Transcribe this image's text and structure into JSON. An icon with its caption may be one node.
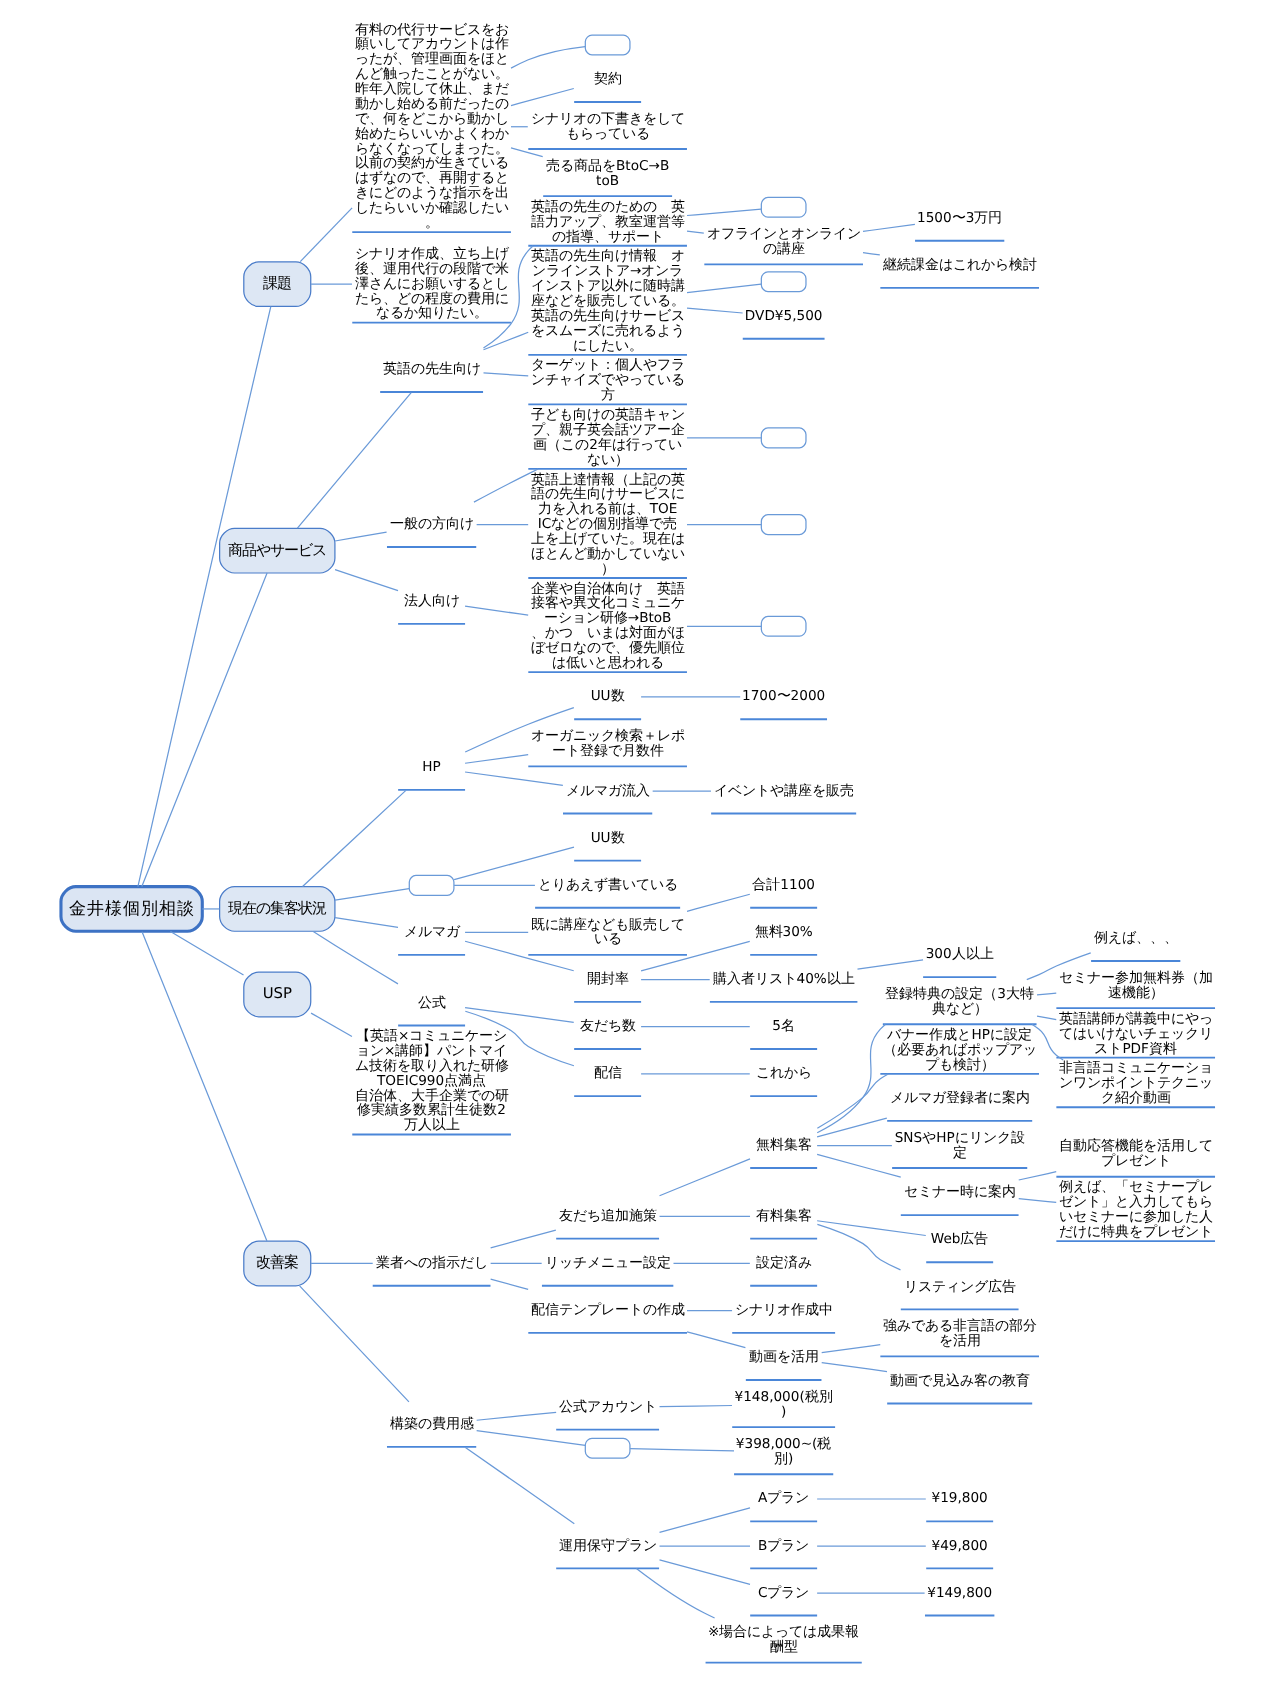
{
  "diagram": {
    "nodes": [
      {
        "text": [
          "金井様個別相談"
        ]
      },
      {
        "text": [
          "課題"
        ]
      },
      {
        "text": [
          "有料の代行サービスをお願いしてアカウントは作ったが、管理画面をほとんど触ったことがない。昨年入院して休止、まだ動かし始める前だったので、何をどこから動かし始めたらいいかよくわからなくなってしまった。以前の契約が生きているはずなので、再開するときにどのような指示を出したらいいか確認したい。"
        ]
      },
      {
        "text": [],
        "shape": "box"
      },
      {
        "text": [
          "契約"
        ]
      },
      {
        "text": [
          "シナリオの下書きをしてもらっている"
        ]
      },
      {
        "text": [
          "売る商品をBtoC→BtoB"
        ]
      },
      {
        "text": [
          "シナリオ作成、立ち上げ後、運用代行の段階で米澤さんにお願いするとしたら、どの程度の費用になるか知りたい。"
        ]
      },
      {
        "text": [
          "商品やサービス"
        ]
      },
      {
        "text": [
          "英語の先生向け"
        ]
      },
      {
        "text": [
          "英語の先生のための　英語力アップ、教室運営等の指導、サポート"
        ]
      },
      {
        "text": [],
        "shape": "box"
      },
      {
        "text": [
          "オフラインとオンラインの講座"
        ]
      },
      {
        "text": [
          "1500〜3万円"
        ]
      },
      {
        "text": [
          "継続課金はこれから検討"
        ]
      },
      {
        "text": [
          "英語の先生向け情報　オンラインストア→オンラインストア以外に随時講座などを販売している。英語の先生向けサービスをスムーズに売れるようにしたい。"
        ]
      },
      {
        "text": [],
        "shape": "box"
      },
      {
        "text": [
          "DVD¥5,500"
        ]
      },
      {
        "text": [
          "ターゲット：個人やフランチャイズでやっている方"
        ]
      },
      {
        "text": [
          "一般の方向け"
        ]
      },
      {
        "text": [
          "子ども向けの英語キャンプ、親子英会話ツアー企画（この2年は行っていない）"
        ]
      },
      {
        "text": [],
        "shape": "box"
      },
      {
        "text": [
          "英語上達情報（上記の英語の先生向けサービスに力を入れる前は、TOEICなどの個別指導で売上を上げていた。現在はほとんど動かしていない）"
        ]
      },
      {
        "text": [],
        "shape": "box"
      },
      {
        "text": [
          "法人向け"
        ]
      },
      {
        "text": [
          "企業や自治体向け　英語接客や異文化コミュニケーション研修→BtoB、かつ　いまは対面がほぼゼロなので、優先順位は低いと思われる"
        ]
      },
      {
        "text": [],
        "shape": "box"
      },
      {
        "text": [
          "現在の集客状況"
        ]
      },
      {
        "text": [
          "HP"
        ]
      },
      {
        "text": [
          "UU数"
        ]
      },
      {
        "text": [
          "1700〜2000"
        ]
      },
      {
        "text": [
          "オーガニック検索＋レポート登録で月数件"
        ]
      },
      {
        "text": [
          "メルマガ流入"
        ]
      },
      {
        "text": [
          "イベントや講座を販売"
        ]
      },
      {
        "text": [],
        "shape": "box"
      },
      {
        "text": [
          "UU数"
        ]
      },
      {
        "text": [
          "とりあえず書いている"
        ]
      },
      {
        "text": [
          "メルマガ"
        ]
      },
      {
        "text": [
          "既に講座なども販売している"
        ]
      },
      {
        "text": [
          "合計1100"
        ]
      },
      {
        "text": [
          "開封率"
        ]
      },
      {
        "text": [
          "無料30%"
        ]
      },
      {
        "text": [
          "購入者リスト40%以上"
        ]
      },
      {
        "text": [
          "300人以上"
        ]
      },
      {
        "text": [
          "公式"
        ]
      },
      {
        "text": [
          "友だち数"
        ]
      },
      {
        "text": [
          "5名"
        ]
      },
      {
        "text": [
          "配信"
        ]
      },
      {
        "text": [
          "これから"
        ]
      },
      {
        "text": [
          "USP"
        ]
      },
      {
        "text": [
          "【英語×コミュニケーション×講師】パントマイム技術を取り入れた研修TOEIC990点満点自治体、大手企業での研修実績多数累計生徒数2万人以上"
        ]
      },
      {
        "text": [
          "改善案"
        ]
      },
      {
        "text": [
          "業者への指示だし"
        ]
      },
      {
        "text": [
          "友だち追加施策"
        ]
      },
      {
        "text": [
          "無料集客"
        ]
      },
      {
        "text": [
          "登録特典の設定（3大特典など）"
        ]
      },
      {
        "text": [
          "例えば、、、"
        ]
      },
      {
        "text": [
          "セミナー参加無料券（加速機能）"
        ]
      },
      {
        "text": [
          "英語講師が講義中にやってはいけないチェックリストPDF資料"
        ]
      },
      {
        "text": [
          "非言語コミュニケーションワンポイントテクニック紹介動画"
        ]
      },
      {
        "text": [
          "バナー作成とHPに設定（必要あればポップアップも検討）"
        ]
      },
      {
        "text": [
          "メルマガ登録者に案内"
        ]
      },
      {
        "text": [
          "SNSやHPにリンク設定"
        ]
      },
      {
        "text": [
          "セミナー時に案内"
        ]
      },
      {
        "text": [
          "自動応答機能を活用してプレゼント"
        ]
      },
      {
        "text": [
          "例えば、「セミナープレゼント」と入力してもらいセミナーに参加した人だけに特典をプレゼント"
        ]
      },
      {
        "text": [
          "有料集客"
        ]
      },
      {
        "text": [
          "Web広告"
        ]
      },
      {
        "text": [
          "リスティング広告"
        ]
      },
      {
        "text": [
          "リッチメニュー設定"
        ]
      },
      {
        "text": [
          "設定済み"
        ]
      },
      {
        "text": [
          "配信テンプレートの作成"
        ]
      },
      {
        "text": [
          "シナリオ作成中"
        ]
      },
      {
        "text": [
          "動画を活用"
        ]
      },
      {
        "text": [
          "強みである非言語の部分を活用"
        ]
      },
      {
        "text": [
          "動画で見込み客の教育"
        ]
      },
      {
        "text": [
          "構築の費用感"
        ]
      },
      {
        "text": [
          "公式アカウント"
        ]
      },
      {
        "text": [
          "¥148,000(税別)"
        ]
      },
      {
        "text": [],
        "shape": "box"
      },
      {
        "text": [
          "¥398,000~(税別)"
        ]
      },
      {
        "text": [
          "運用保守プラン"
        ]
      },
      {
        "text": [
          "Aプラン"
        ]
      },
      {
        "text": [
          "¥19,800"
        ]
      },
      {
        "text": [
          "Bプラン"
        ]
      },
      {
        "text": [
          "¥49,800"
        ]
      },
      {
        "text": [
          "Cプラン"
        ]
      },
      {
        "text": [
          "¥149,800"
        ]
      },
      {
        "text": [
          "※場合によっては成果報酬型"
        ]
      }
    ],
    "edges": [
      {
        "from": 0,
        "to": 1,
        "arrow": "none"
      },
      {
        "from": 1,
        "to": 2,
        "arrow": "none"
      },
      {
        "from": 2,
        "to": 3,
        "arrow": "none"
      },
      {
        "from": 2,
        "to": 4,
        "arrow": "none"
      },
      {
        "from": 2,
        "to": 5,
        "arrow": "none"
      },
      {
        "from": 2,
        "to": 6,
        "arrow": "none"
      },
      {
        "from": 1,
        "to": 7,
        "arrow": "none"
      },
      {
        "from": 0,
        "to": 8,
        "arrow": "none"
      },
      {
        "from": 8,
        "to": 9,
        "arrow": "none"
      },
      {
        "from": 9,
        "to": 10,
        "arrow": "none"
      },
      {
        "from": 10,
        "to": 11,
        "arrow": "none"
      },
      {
        "from": 10,
        "to": 12,
        "arrow": "none"
      },
      {
        "from": 12,
        "to": 13,
        "arrow": "none"
      },
      {
        "from": 12,
        "to": 14,
        "arrow": "none"
      },
      {
        "from": 9,
        "to": 15,
        "arrow": "none"
      },
      {
        "from": 15,
        "to": 16,
        "arrow": "none"
      },
      {
        "from": 15,
        "to": 17,
        "arrow": "none"
      },
      {
        "from": 9,
        "to": 18,
        "arrow": "none"
      },
      {
        "from": 8,
        "to": 19,
        "arrow": "none"
      },
      {
        "from": 19,
        "to": 20,
        "arrow": "none"
      },
      {
        "from": 20,
        "to": 21,
        "arrow": "none"
      },
      {
        "from": 19,
        "to": 22,
        "arrow": "none"
      },
      {
        "from": 22,
        "to": 23,
        "arrow": "none"
      },
      {
        "from": 8,
        "to": 24,
        "arrow": "none"
      },
      {
        "from": 24,
        "to": 25,
        "arrow": "none"
      },
      {
        "from": 25,
        "to": 26,
        "arrow": "none"
      },
      {
        "from": 0,
        "to": 27,
        "arrow": "none"
      },
      {
        "from": 27,
        "to": 28,
        "arrow": "none"
      },
      {
        "from": 28,
        "to": 29,
        "arrow": "none"
      },
      {
        "from": 29,
        "to": 30,
        "arrow": "none"
      },
      {
        "from": 28,
        "to": 31,
        "arrow": "none"
      },
      {
        "from": 28,
        "to": 32,
        "arrow": "none"
      },
      {
        "from": 32,
        "to": 33,
        "arrow": "none"
      },
      {
        "from": 27,
        "to": 34,
        "arrow": "none"
      },
      {
        "from": 34,
        "to": 35,
        "arrow": "none"
      },
      {
        "from": 34,
        "to": 36,
        "arrow": "none"
      },
      {
        "from": 27,
        "to": 37,
        "arrow": "none"
      },
      {
        "from": 37,
        "to": 38,
        "arrow": "none"
      },
      {
        "from": 38,
        "to": 39,
        "arrow": "none"
      },
      {
        "from": 37,
        "to": 40,
        "arrow": "none"
      },
      {
        "from": 40,
        "to": 41,
        "arrow": "none"
      },
      {
        "from": 40,
        "to": 42,
        "arrow": "none"
      },
      {
        "from": 42,
        "to": 43,
        "arrow": "none"
      },
      {
        "from": 27,
        "to": 44,
        "arrow": "none"
      },
      {
        "from": 44,
        "to": 45,
        "arrow": "none"
      },
      {
        "from": 45,
        "to": 46,
        "arrow": "none"
      },
      {
        "from": 44,
        "to": 47,
        "arrow": "none"
      },
      {
        "from": 47,
        "to": 48,
        "arrow": "none"
      },
      {
        "from": 0,
        "to": 49,
        "arrow": "none"
      },
      {
        "from": 49,
        "to": 50,
        "arrow": "none"
      },
      {
        "from": 0,
        "to": 51,
        "arrow": "none"
      },
      {
        "from": 51,
        "to": 52,
        "arrow": "none"
      },
      {
        "from": 52,
        "to": 53,
        "arrow": "none"
      },
      {
        "from": 53,
        "to": 54,
        "arrow": "none"
      },
      {
        "from": 54,
        "to": 55,
        "arrow": "none"
      },
      {
        "from": 55,
        "to": 56,
        "arrow": "none"
      },
      {
        "from": 55,
        "to": 57,
        "arrow": "none"
      },
      {
        "from": 55,
        "to": 58,
        "arrow": "none"
      },
      {
        "from": 55,
        "to": 59,
        "arrow": "none"
      },
      {
        "from": 54,
        "to": 60,
        "arrow": "none"
      },
      {
        "from": 54,
        "to": 61,
        "arrow": "none"
      },
      {
        "from": 54,
        "to": 62,
        "arrow": "none"
      },
      {
        "from": 54,
        "to": 63,
        "arrow": "none"
      },
      {
        "from": 63,
        "to": 64,
        "arrow": "none"
      },
      {
        "from": 63,
        "to": 65,
        "arrow": "none"
      },
      {
        "from": 53,
        "to": 66,
        "arrow": "none"
      },
      {
        "from": 66,
        "to": 67,
        "arrow": "none"
      },
      {
        "from": 66,
        "to": 68,
        "arrow": "none"
      },
      {
        "from": 52,
        "to": 69,
        "arrow": "none"
      },
      {
        "from": 69,
        "to": 70,
        "arrow": "none"
      },
      {
        "from": 52,
        "to": 71,
        "arrow": "none"
      },
      {
        "from": 71,
        "to": 72,
        "arrow": "none"
      },
      {
        "from": 71,
        "to": 73,
        "arrow": "none"
      },
      {
        "from": 73,
        "to": 74,
        "arrow": "none"
      },
      {
        "from": 73,
        "to": 75,
        "arrow": "none"
      },
      {
        "from": 51,
        "to": 76,
        "arrow": "none"
      },
      {
        "from": 76,
        "to": 77,
        "arrow": "none"
      },
      {
        "from": 77,
        "to": 78,
        "arrow": "none"
      },
      {
        "from": 76,
        "to": 79,
        "arrow": "none"
      },
      {
        "from": 79,
        "to": 80,
        "arrow": "none"
      },
      {
        "from": 76,
        "to": 81,
        "arrow": "none"
      },
      {
        "from": 81,
        "to": 82,
        "arrow": "none"
      },
      {
        "from": 82,
        "to": 83,
        "arrow": "none"
      },
      {
        "from": 81,
        "to": 84,
        "arrow": "none"
      },
      {
        "from": 84,
        "to": 85,
        "arrow": "none"
      },
      {
        "from": 81,
        "to": 86,
        "arrow": "none"
      },
      {
        "from": 86,
        "to": 87,
        "arrow": "none"
      },
      {
        "from": 81,
        "to": 88,
        "arrow": "none"
      }
    ]
  }
}
